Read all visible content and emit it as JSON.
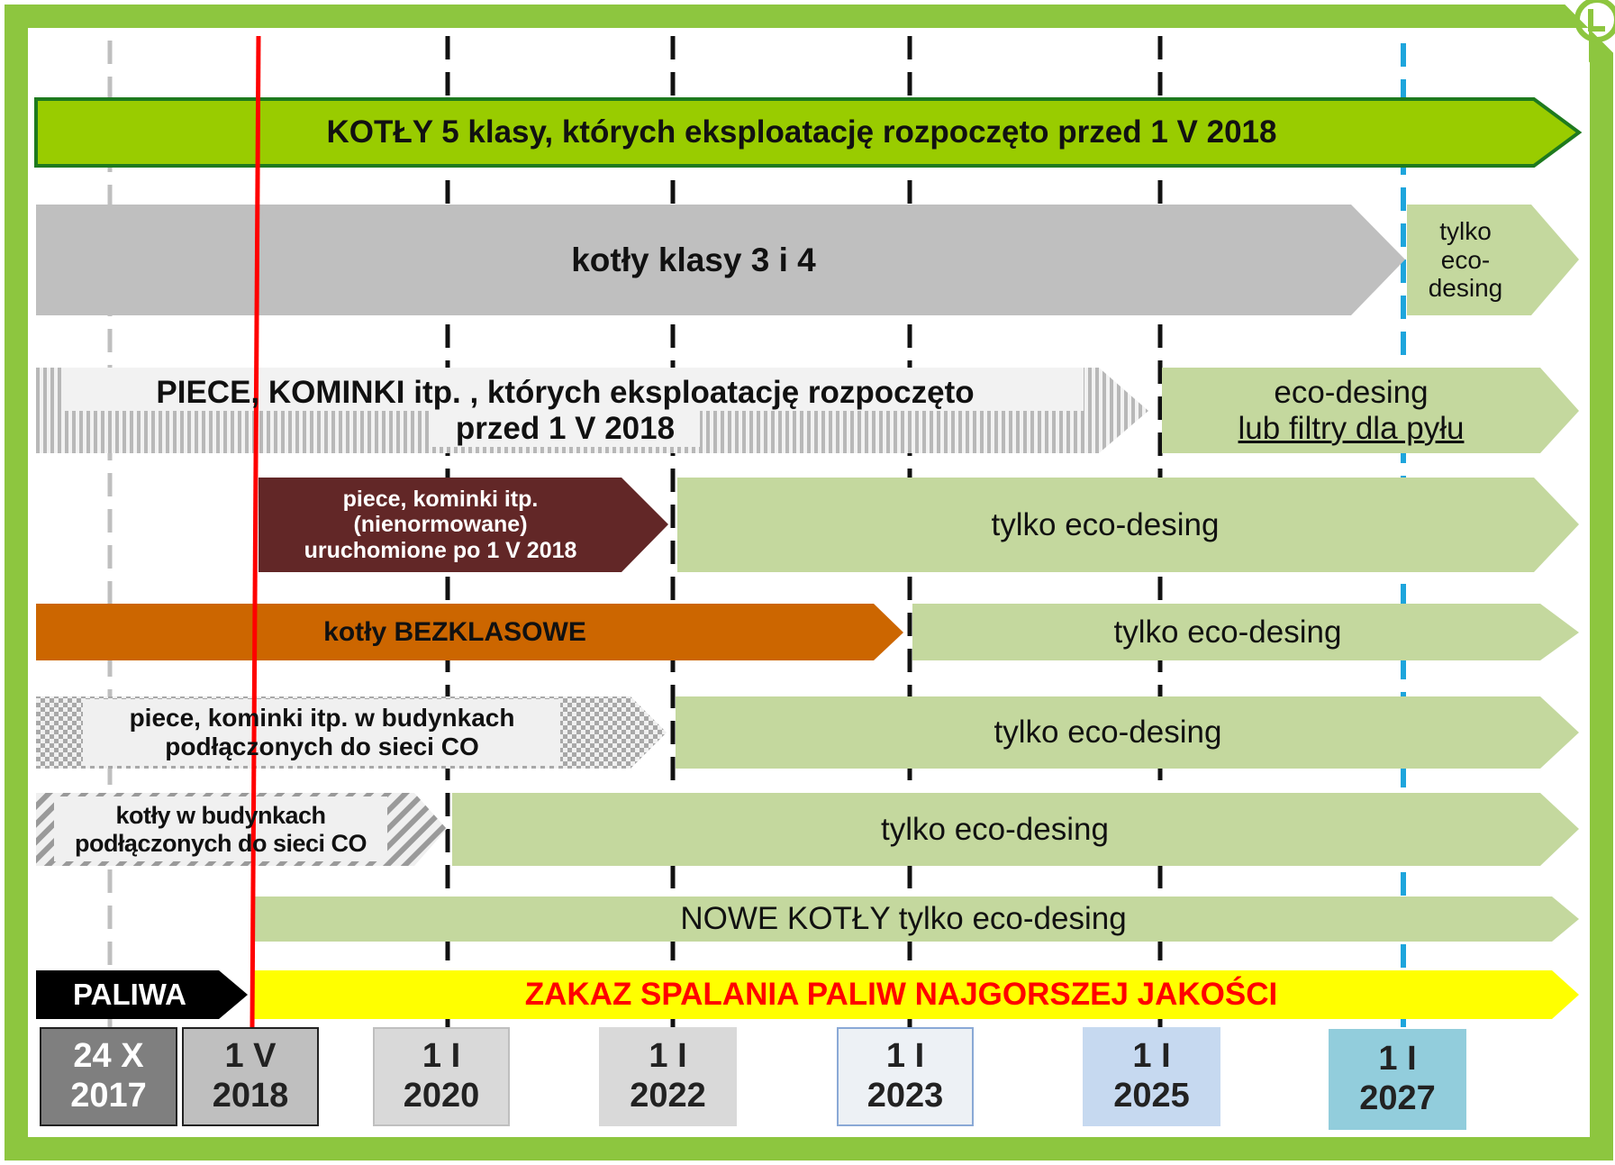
{
  "colors": {
    "frame_green": "#8dc63f",
    "bright_green": "#99cc00",
    "light_green": "#c4d89e",
    "gray_bar": "#bfbfbf",
    "dark_maroon": "#622727",
    "orange": "#cc6600",
    "yellow": "#ffff00",
    "red_text": "#ff0000",
    "red_line": "#ff0000",
    "blue_line": "#1ea5dc"
  },
  "bars": {
    "kotly5": "KOTŁY 5 klasy, których eksploatację rozpoczęto przed 1 V 2018",
    "kotly34": "kotły klasy 3 i 4",
    "kotly34_after": [
      "tylko",
      "eco-",
      "desing"
    ],
    "piece_przed": [
      "PIECE, KOMINKI itp. , których eksploatację rozpoczęto",
      "przed 1 V 2018"
    ],
    "piece_przed_after": [
      "eco-desing",
      "lub filtry dla pyłu"
    ],
    "piece_nienorm": [
      "piece, kominki itp.",
      "(nienormowane)",
      "uruchomione po 1 V 2018"
    ],
    "piece_nienorm_after": "tylko eco-desing",
    "bezklasowe": "kotły BEZKLASOWE",
    "bezklasowe_after": "tylko eco-desing",
    "piece_co": [
      "piece, kominki itp. w budynkach",
      "podłączonych do sieci CO"
    ],
    "piece_co_after": "tylko eco-desing",
    "kotly_co": [
      "kotły w budynkach",
      "podłączonych do sieci CO"
    ],
    "kotly_co_after": "tylko eco-desing",
    "nowe": "NOWE KOTŁY tylko eco-desing",
    "paliwa": "PALIWA",
    "zakaz": "ZAKAZ SPALANIA PALIW NAJGORSZEJ JAKOŚCI"
  },
  "dates": [
    {
      "l1": "24 X",
      "l2": "2017"
    },
    {
      "l1": "1 V",
      "l2": "2018"
    },
    {
      "l1": "1 I",
      "l2": "2020"
    },
    {
      "l1": "1 I",
      "l2": "2022"
    },
    {
      "l1": "1 I",
      "l2": "2023"
    },
    {
      "l1": "1 I",
      "l2": "2025"
    },
    {
      "l1": "1 I",
      "l2": "2027"
    }
  ]
}
